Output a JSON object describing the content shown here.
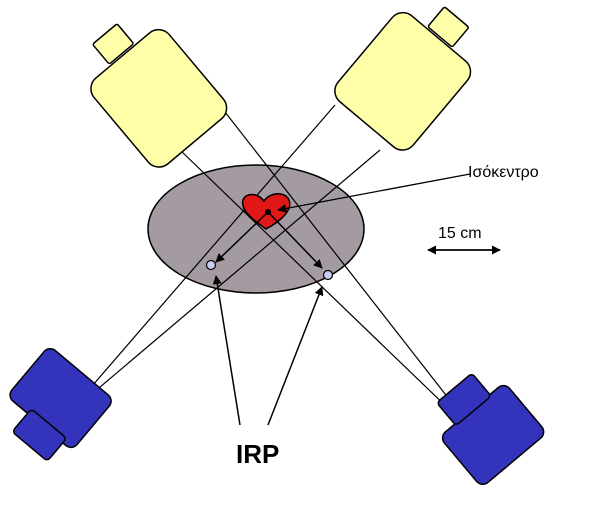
{
  "labels": {
    "isocenter": "Ισόκεντρο",
    "scale": "15 cm",
    "irp": "IRP"
  },
  "colors": {
    "tube_fill": "#FFFFAA",
    "detector_fill": "#3333BB",
    "body_fill": "#A49AA2",
    "heart_fill": "#E01818",
    "point_fill": "#C8CCF0",
    "line": "#000000"
  }
}
